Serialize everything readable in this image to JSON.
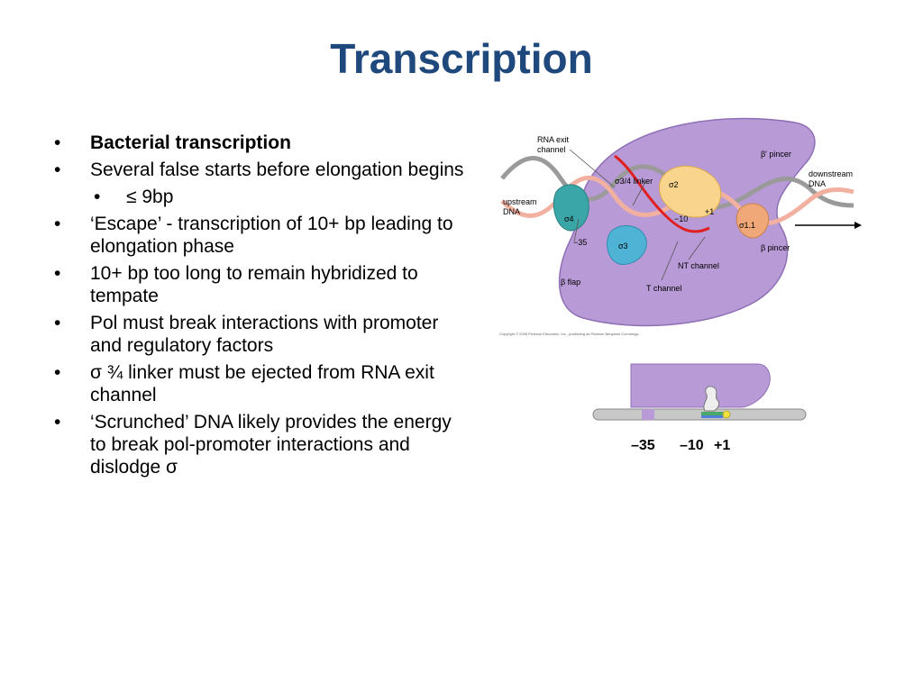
{
  "slide": {
    "title": "Transcription",
    "bullets": [
      {
        "text": "Bacterial transcription",
        "level": 1,
        "bold": true
      },
      {
        "text": "Several false starts before elongation begins",
        "level": 1,
        "bold": false
      },
      {
        "text": "≤ 9bp",
        "level": 2,
        "bold": false
      },
      {
        "text": "‘Escape’ - transcription of 10+ bp leading to elongation phase",
        "level": 1,
        "bold": false
      },
      {
        "text": "10+ bp too long to remain hybridized to tempate",
        "level": 1,
        "bold": false
      },
      {
        "text": "Pol must break interactions with promoter and regulatory factors",
        "level": 1,
        "bold": false
      },
      {
        "text": "σ ¾ linker must be ejected from RNA exit channel",
        "level": 1,
        "bold": false
      },
      {
        "text": "‘Scrunched’ DNA likely provides the energy to break pol-promoter interactions and dislodge σ",
        "level": 1,
        "bold": false
      }
    ],
    "bullet_symbol": "•"
  },
  "figure_top": {
    "labels": {
      "rna_exit": "RNA exit",
      "channel": "channel",
      "beta_prime_pincer": "β′ pincer",
      "downstream": "downstream",
      "dna": "DNA",
      "upstream": "upstream",
      "upstream_dna": "DNA",
      "sigma34_linker": "σ3/4 linker",
      "sigma2": "σ2",
      "sigma4": "σ4",
      "sigma3": "σ3",
      "sigma11": "σ1.1",
      "minus35": "−35",
      "minus10": "−10",
      "plus1": "+1",
      "beta_pincer": "β pincer",
      "nt_channel": "NT channel",
      "beta_flap": "β flap",
      "t_channel": "T channel",
      "copyright": "Copyright © 2008 Pearson Education, Inc., publishing as Pearson Benjamin Cummings."
    }
  },
  "figure_bottom": {
    "labels": {
      "minus35": "–35",
      "minus10": "–10",
      "plus1": "+1"
    }
  },
  "colors": {
    "title": "#1f497d",
    "polymerase": "#b89ad6",
    "sigma2": "#f8d48c",
    "sigma4": "#3aa6a8",
    "sigma3": "#4fb3d6",
    "sigma11": "#f0a878",
    "rna": "#e02020"
  }
}
